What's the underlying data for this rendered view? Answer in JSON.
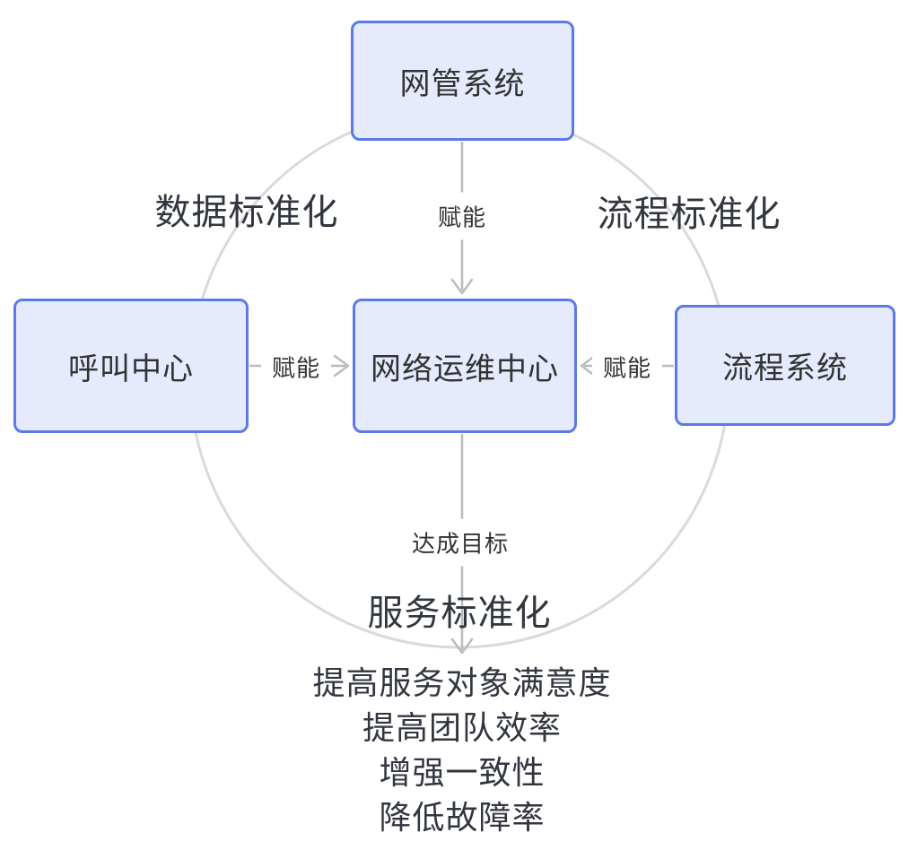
{
  "nodes": {
    "top": {
      "label": "网管系统"
    },
    "left": {
      "label": "呼叫中心"
    },
    "center": {
      "label": "网络运维中心"
    },
    "right": {
      "label": "流程系统"
    }
  },
  "edges": {
    "top_to_center": {
      "label": "赋能"
    },
    "left_to_center": {
      "label": "赋能"
    },
    "right_to_center": {
      "label": "赋能"
    },
    "center_to_goals": {
      "label": "达成目标"
    }
  },
  "circle_labels": {
    "upper_left": "数据标准化",
    "upper_right": "流程标准化",
    "bottom": "服务标准化"
  },
  "goals": {
    "lines": [
      "提高服务对象满意度",
      "提高团队效率",
      "增强一致性",
      "降低故障率"
    ]
  },
  "colors": {
    "background": "#ffffff",
    "node_fill": "#e5eafc",
    "node_border": "#5b7ae6",
    "node_text": "#333333",
    "edge_line": "#b9bbc0",
    "circle_stroke": "#dadadc",
    "label_text": "#32363e"
  }
}
